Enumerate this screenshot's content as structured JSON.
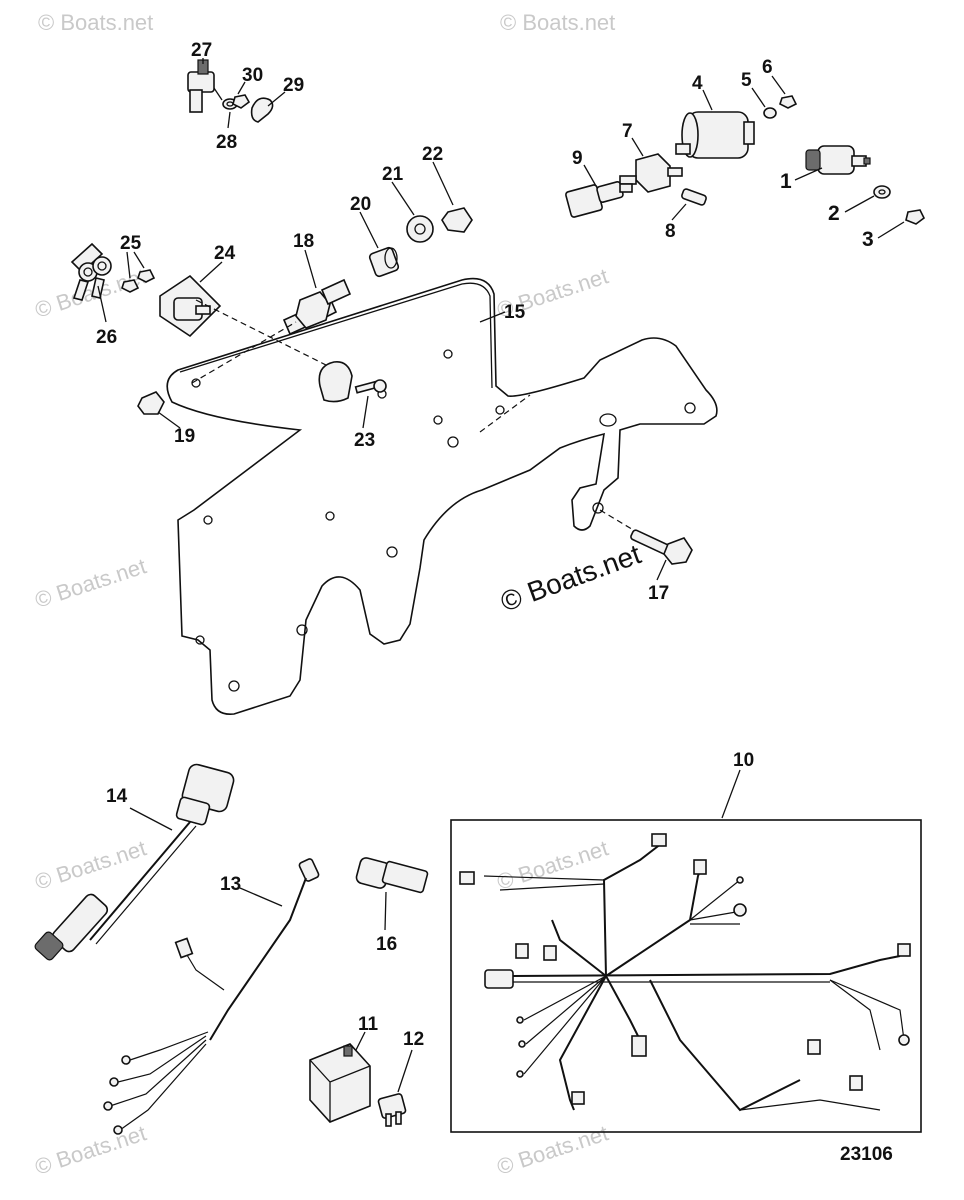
{
  "watermarks": {
    "text": "© Boats.net",
    "main": "© Boats.net"
  },
  "figure_number": "23106",
  "callouts": [
    {
      "id": "27",
      "label": "27"
    },
    {
      "id": "30",
      "label": "30"
    },
    {
      "id": "29",
      "label": "29"
    },
    {
      "id": "28",
      "label": "28"
    },
    {
      "id": "4",
      "label": "4"
    },
    {
      "id": "5",
      "label": "5"
    },
    {
      "id": "6",
      "label": "6"
    },
    {
      "id": "7",
      "label": "7"
    },
    {
      "id": "9",
      "label": "9"
    },
    {
      "id": "1",
      "label": "1"
    },
    {
      "id": "2",
      "label": "2"
    },
    {
      "id": "3",
      "label": "3"
    },
    {
      "id": "8",
      "label": "8"
    },
    {
      "id": "22",
      "label": "22"
    },
    {
      "id": "21",
      "label": "21"
    },
    {
      "id": "20",
      "label": "20"
    },
    {
      "id": "18",
      "label": "18"
    },
    {
      "id": "25",
      "label": "25"
    },
    {
      "id": "24",
      "label": "24"
    },
    {
      "id": "26",
      "label": "26"
    },
    {
      "id": "15",
      "label": "15"
    },
    {
      "id": "19",
      "label": "19"
    },
    {
      "id": "23",
      "label": "23"
    },
    {
      "id": "17",
      "label": "17"
    },
    {
      "id": "10",
      "label": "10"
    },
    {
      "id": "14",
      "label": "14"
    },
    {
      "id": "13",
      "label": "13"
    },
    {
      "id": "16",
      "label": "16"
    },
    {
      "id": "11",
      "label": "11"
    },
    {
      "id": "12",
      "label": "12"
    }
  ]
}
